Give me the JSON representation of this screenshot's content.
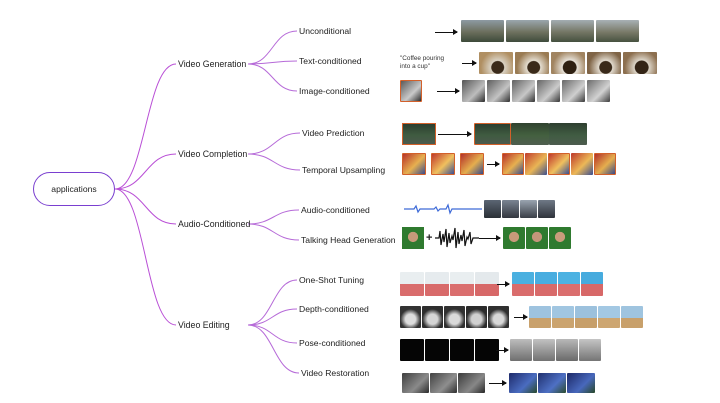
{
  "root": "applications",
  "colors": {
    "mid_curve": "#b94fd6",
    "leaf_curve": "#b66ad8",
    "root_border": "#7a3fd0"
  },
  "categories": [
    {
      "label": "Video Generation",
      "items": [
        {
          "label": "Unconditional",
          "caption": ""
        },
        {
          "label": "Text-conditioned",
          "caption": "\"Coffee pouring\ninto a cup\""
        },
        {
          "label": "Image-conditioned",
          "caption": ""
        }
      ]
    },
    {
      "label": "Video Completion",
      "items": [
        {
          "label": "Video Prediction",
          "caption": ""
        },
        {
          "label": "Temporal Upsampling",
          "caption": ""
        }
      ]
    },
    {
      "label": "Audio-Conditioned",
      "items": [
        {
          "label": "Audio-conditioned",
          "caption": ""
        },
        {
          "label": "Talking Head Generation",
          "caption": ""
        }
      ]
    },
    {
      "label": "Video Editing",
      "items": [
        {
          "label": "One-Shot Tuning",
          "caption": ""
        },
        {
          "label": "Depth-conditioned",
          "caption": ""
        },
        {
          "label": "Pose-conditioned",
          "caption": ""
        },
        {
          "label": "Video Restoration",
          "caption": ""
        }
      ]
    }
  ]
}
